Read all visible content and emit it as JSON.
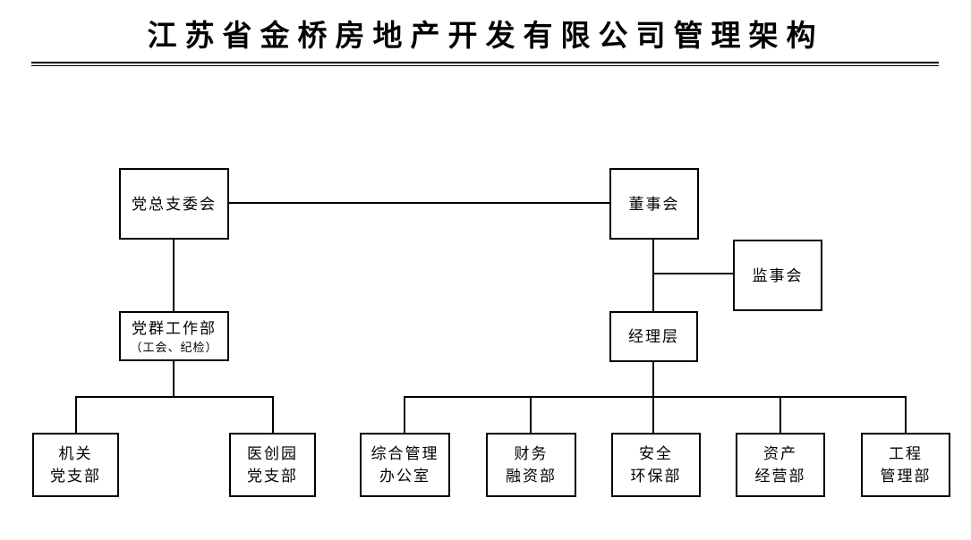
{
  "title": "江苏省金桥房地产开发有限公司管理架构",
  "org": {
    "nodes": {
      "party_committee": {
        "label": "党总支委会"
      },
      "board": {
        "label": "董事会"
      },
      "supervisory": {
        "label": "监事会"
      },
      "party_mass_dept": {
        "label": "党群工作部",
        "sublabel": "（工会、纪检）"
      },
      "management": {
        "label": "经理层"
      },
      "office_branch": {
        "line1": "机关",
        "line2": "党支部"
      },
      "yichuangyuan_branch": {
        "line1": "医创园",
        "line2": "党支部"
      },
      "general_admin_office": {
        "line1": "综合管理",
        "line2": "办公室"
      },
      "finance_dept": {
        "line1": "财务",
        "line2": "融资部"
      },
      "safety_dept": {
        "line1": "安全",
        "line2": "环保部"
      },
      "asset_dept": {
        "line1": "资产",
        "line2": "经营部"
      },
      "engineering_dept": {
        "line1": "工程",
        "line2": "管理部"
      }
    },
    "edges": [
      {
        "from": "party_committee",
        "to": "board",
        "type": "lateral"
      },
      {
        "from": "party_committee",
        "to": "party_mass_dept",
        "type": "reports"
      },
      {
        "from": "board",
        "to": "supervisory",
        "type": "lateral"
      },
      {
        "from": "board",
        "to": "management",
        "type": "reports"
      },
      {
        "from": "party_mass_dept",
        "to": "office_branch",
        "type": "reports"
      },
      {
        "from": "party_mass_dept",
        "to": "yichuangyuan_branch",
        "type": "reports"
      },
      {
        "from": "management",
        "to": "general_admin_office",
        "type": "reports"
      },
      {
        "from": "management",
        "to": "finance_dept",
        "type": "reports"
      },
      {
        "from": "management",
        "to": "safety_dept",
        "type": "reports"
      },
      {
        "from": "management",
        "to": "asset_dept",
        "type": "reports"
      },
      {
        "from": "management",
        "to": "engineering_dept",
        "type": "reports"
      }
    ],
    "colors": {
      "background": "#ffffff",
      "line": "#000000",
      "box_border": "#000000",
      "text": "#000000"
    }
  }
}
